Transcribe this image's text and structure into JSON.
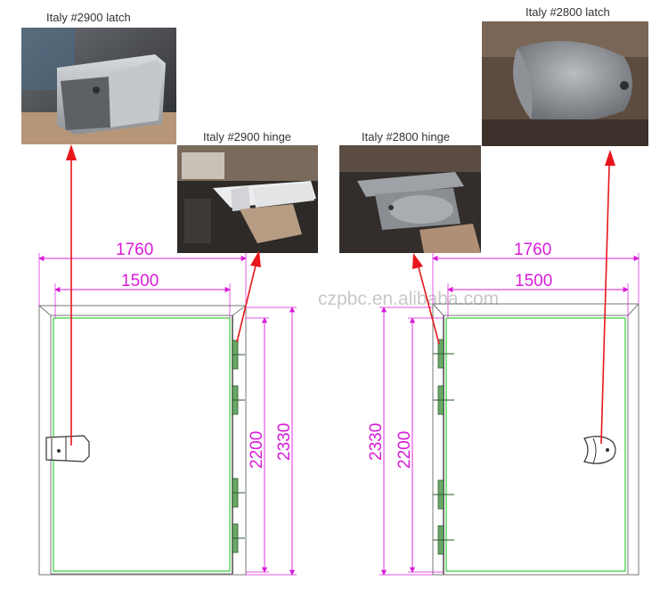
{
  "captions": {
    "latch_2900": "Italy #2900 latch",
    "hinge_2900": "Italy #2900 hinge",
    "hinge_2800": "Italy #2800 hinge",
    "latch_2800": "Italy #2800 latch"
  },
  "dimensions": {
    "overall_width": "1760",
    "inner_width": "1500",
    "inner_height": "2200",
    "overall_height": "2330"
  },
  "watermark": "czpbc.en.alibaba.com",
  "colors": {
    "dimension_lines": "#d81bd8",
    "door_inner_outline": "#33cc33",
    "pointer_arrows": "#e8161b",
    "hinge_green": "#4a8a4a"
  }
}
